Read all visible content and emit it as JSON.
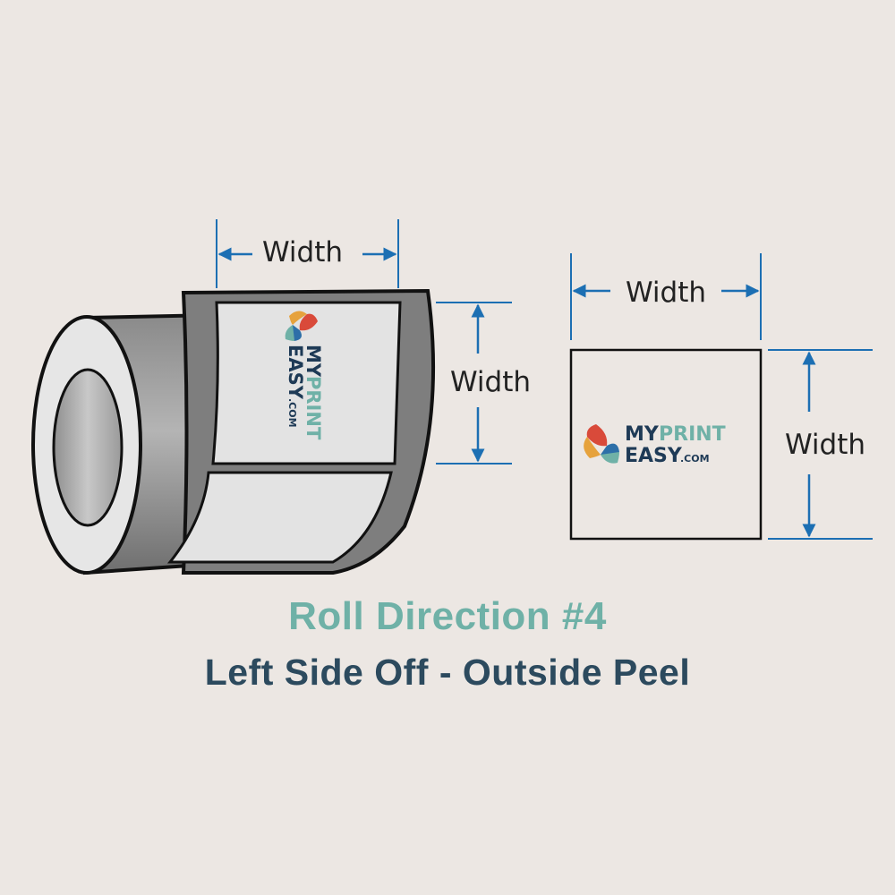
{
  "colors": {
    "background": "#ece7e3",
    "title": "#6fb1a7",
    "subtitle": "#2c4a5e",
    "dimension_line": "#1c6fb3",
    "logo_dark": "#1e3a56",
    "logo_teal": "#6fb1a7"
  },
  "roll": {
    "label_width_top": "Width",
    "label_width_right": "Width",
    "logo": {
      "part1": "MY",
      "part2": "PRINT",
      "part3": "EASY",
      "part4": ".COM"
    }
  },
  "label": {
    "label_width_top": "Width",
    "label_width_right": "Width",
    "logo": {
      "part1": "MY",
      "part2": "PRINT",
      "part3": "EASY",
      "part4": ".COM"
    }
  },
  "caption": {
    "title": "Roll Direction #4",
    "subtitle": "Left Side Off - Outside Peel"
  }
}
